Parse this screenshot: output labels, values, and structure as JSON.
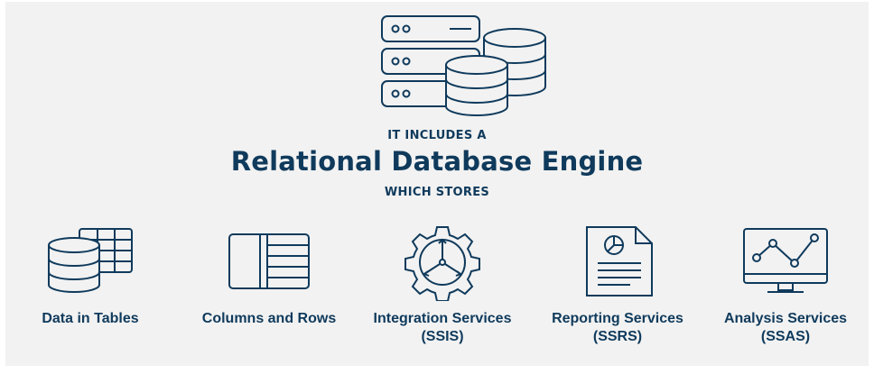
{
  "colors": {
    "primary": "#0f3a5c",
    "background": "#f2f2f2"
  },
  "hero": {
    "icon": "server-database-icon",
    "pre_title": "IT INCLUDES A",
    "title": "Relational Database Engine",
    "post_title": "WHICH STORES"
  },
  "features": [
    {
      "icon": "database-table-icon",
      "label": "Data in Tables"
    },
    {
      "icon": "columns-rows-icon",
      "label": "Columns and Rows"
    },
    {
      "icon": "gear-icon",
      "label": "Integration Services",
      "sub": "(SSIS)"
    },
    {
      "icon": "report-document-icon",
      "label": "Reporting Services",
      "sub": "(SSRS)"
    },
    {
      "icon": "analytics-monitor-icon",
      "label": "Analysis Services",
      "sub": "(SSAS)"
    }
  ]
}
